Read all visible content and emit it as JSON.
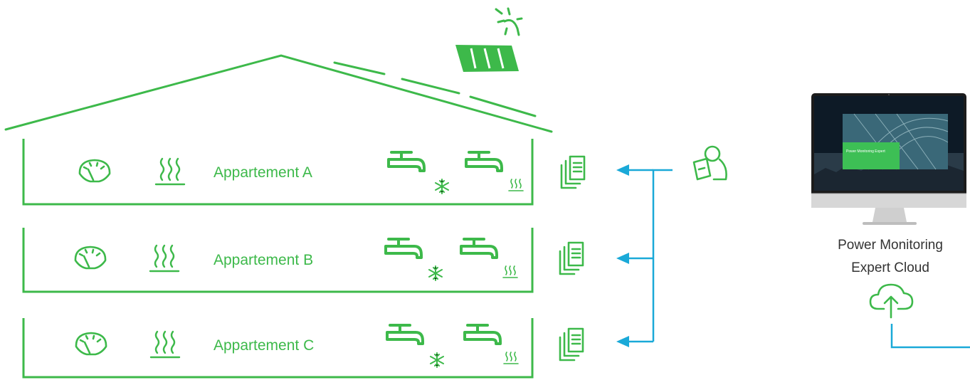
{
  "apartments": [
    {
      "label": "Appartement A"
    },
    {
      "label": "Appartement B"
    },
    {
      "label": "Appartement C"
    }
  ],
  "cloud": {
    "line1": "Power Monitoring",
    "line2": "Expert Cloud"
  },
  "monitor_screen": {
    "title": "Power Monitoring Expert"
  },
  "colors": {
    "green": "#3db94a",
    "blue": "#1aa9d8"
  },
  "icons": [
    "gauge-icon",
    "heating-icon",
    "cold-water-tap-icon",
    "hot-water-tap-icon",
    "documents-icon",
    "user-report-icon",
    "solar-panel-icon",
    "sun-icon",
    "monitor",
    "cloud-upload-icon"
  ]
}
